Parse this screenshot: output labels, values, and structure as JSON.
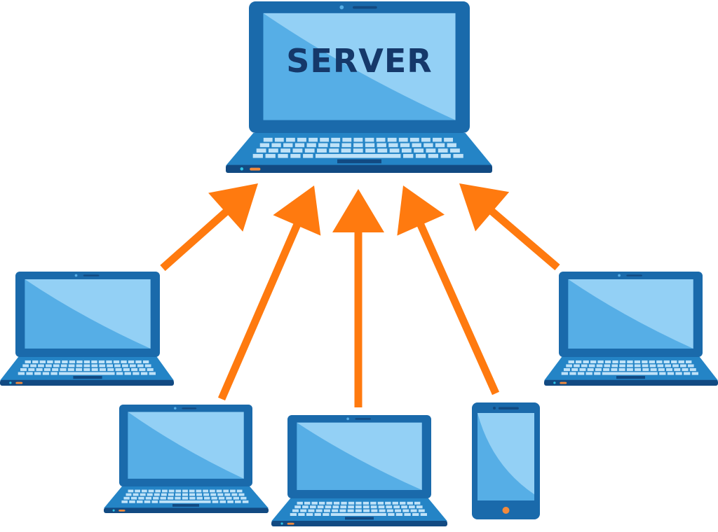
{
  "server": {
    "label": "SERVER"
  },
  "clients": [
    {
      "type": "laptop",
      "name": "client-laptop-left"
    },
    {
      "type": "laptop",
      "name": "client-laptop-bottom-left"
    },
    {
      "type": "laptop",
      "name": "client-laptop-bottom-center"
    },
    {
      "type": "phone",
      "name": "client-phone"
    },
    {
      "type": "laptop",
      "name": "client-laptop-right"
    }
  ],
  "colors": {
    "frame": "#1a6aab",
    "frame_dark": "#124a82",
    "screen": "#56aee6",
    "screen_light": "#93d0f5",
    "keys": "#bfe2f8",
    "arrow": "#ff7a0f",
    "led_orange": "#f28a3c",
    "led_cyan": "#2ec4e6"
  }
}
